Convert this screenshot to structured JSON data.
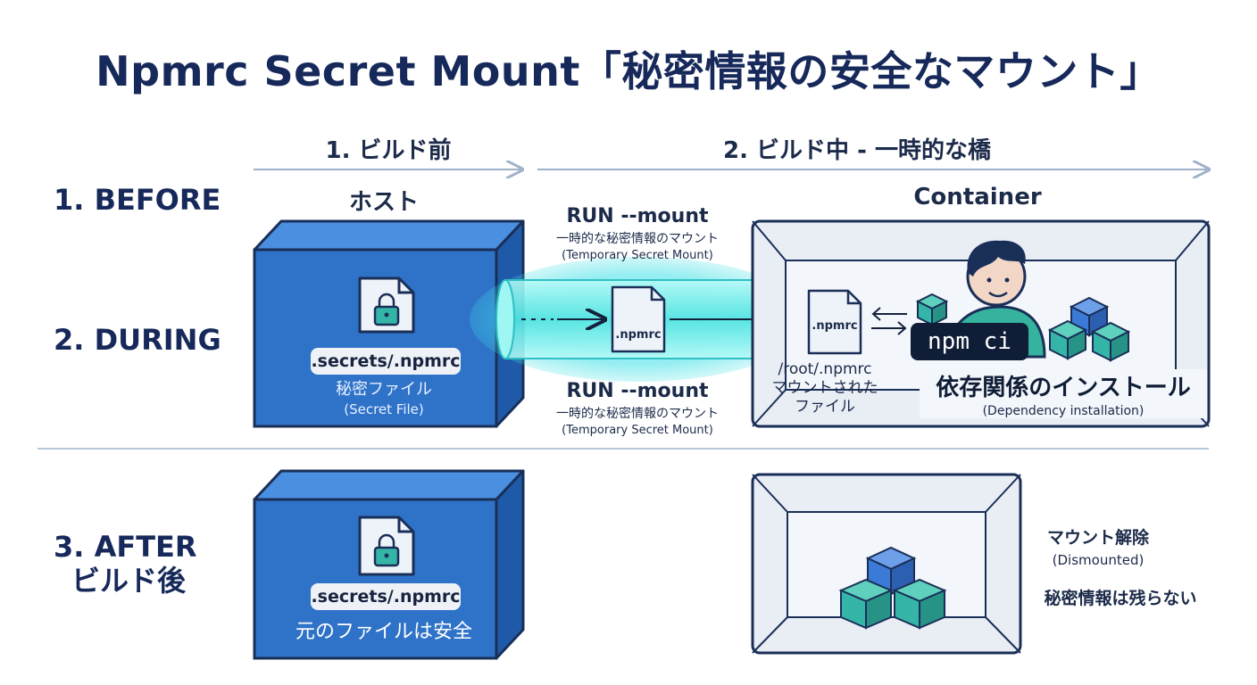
{
  "title": "Npmrc Secret Mount「秘密情報の安全なマウント」",
  "headers": {
    "before_build": "1. ビルド前",
    "during_build": "2. ビルド中 - 一時的な橋",
    "host": "ホスト",
    "container": "Container"
  },
  "rows": {
    "before": "1. BEFORE",
    "during": "2. DURING",
    "after_line1": "3. AFTER",
    "after_line2": "ビルド後"
  },
  "host_box": {
    "file_path": ".secrets/.npmrc",
    "caption_jp": "秘密ファイル",
    "caption_en": "(Secret File)"
  },
  "mount_top": {
    "command": "RUN  --mount",
    "jp": "一時的な秘密情報のマウント",
    "en": "(Temporary Secret Mount)"
  },
  "mount_bottom": {
    "command": "RUN --mount",
    "jp": "一時的な秘密情報のマウント",
    "en": "(Temporary Secret Mount)"
  },
  "tube_file": ".npmrc",
  "container_file": ".npmrc",
  "container_mount": {
    "line1": "/root/.npmrc",
    "line2": "マウントされた",
    "line3": "ファイル"
  },
  "command": "npm ci",
  "install": {
    "jp": "依存関係のインストール",
    "en": "(Dependency installation)"
  },
  "after_host": {
    "file_path": ".secrets/.npmrc",
    "caption": "元のファイルは安全"
  },
  "after_container": {
    "dismount_jp": "マウント解除",
    "dismount_en": "(Dismounted)",
    "no_secret": "秘密情報は残らない"
  },
  "colors": {
    "title": "#16295a",
    "host_box_front": "#2f73c9",
    "host_box_top": "#4a8fe0",
    "host_box_side": "#1f5aa8",
    "container_fill": "#e9eef5",
    "tube_glow": "#3fe0e6",
    "cube_teal": "#35b5a8",
    "cube_blue": "#3b7ad6",
    "person_shirt": "#35b39e"
  }
}
